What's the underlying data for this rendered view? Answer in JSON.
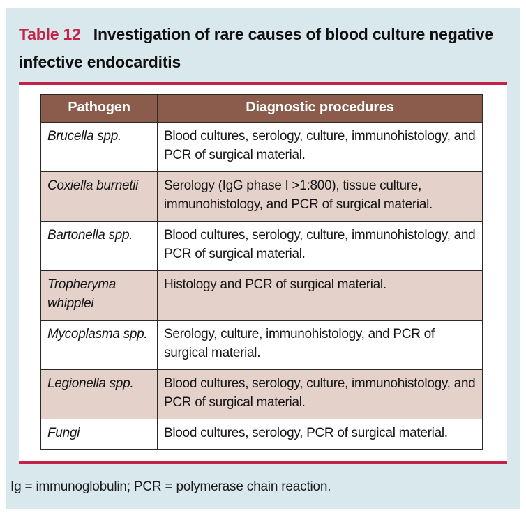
{
  "title": {
    "number": "Table 12",
    "rest": "Investigation of rare causes of blood culture negative infective endocarditis"
  },
  "table": {
    "headers": [
      "Pathogen",
      "Diagnostic procedures"
    ],
    "rows": [
      {
        "pathogen": "Brucella spp.",
        "procedures": "Blood cultures, serology, culture, immunohistology, and PCR of surgical material.",
        "shaded": false
      },
      {
        "pathogen": "Coxiella burnetii",
        "procedures": "Serology (IgG phase I >1:800), tissue culture, immunohistology, and PCR of surgical material.",
        "shaded": true
      },
      {
        "pathogen": "Bartonella spp.",
        "procedures": "Blood cultures, serology, culture, immunohistology, and PCR of surgical material.",
        "shaded": false
      },
      {
        "pathogen": "Tropheryma whipplei",
        "procedures": "Histology and PCR of surgical material.",
        "shaded": true
      },
      {
        "pathogen": "Mycoplasma spp.",
        "procedures": "Serology, culture, immunohistology, and PCR of surgical material.",
        "shaded": false
      },
      {
        "pathogen": "Legionella spp.",
        "procedures": "Blood cultures, serology, culture, immunohistology, and PCR of surgical material.",
        "shaded": true
      },
      {
        "pathogen": "Fungi",
        "procedures": "Blood cultures, serology, PCR of surgical material.",
        "shaded": false
      }
    ]
  },
  "footnote": "Ig = immunoglobulin; PCR = polymerase chain reaction.",
  "colors": {
    "panel_bg": "#d9e8ed",
    "accent_red": "#c42347",
    "header_bg": "#8b5c4b",
    "header_text": "#ffffff",
    "shaded_row_bg": "#e4d1c9",
    "border": "#2a2a2a",
    "text": "#161616"
  }
}
